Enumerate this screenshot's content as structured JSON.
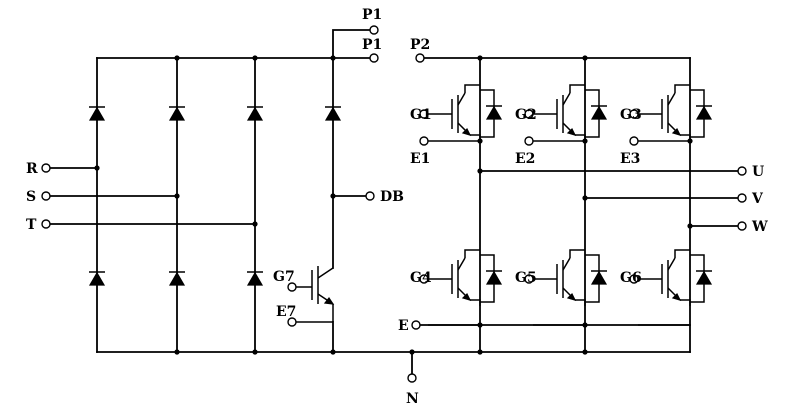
{
  "terminals": {
    "p1_top": "P1",
    "p1": "P1",
    "p2": "P2",
    "r": "R",
    "s": "S",
    "t": "T",
    "db": "DB",
    "g7": "G7",
    "e7": "E7",
    "g1": "G1",
    "e1": "E1",
    "g2": "G2",
    "e2": "E2",
    "g3": "G3",
    "e3": "E3",
    "u": "U",
    "v": "V",
    "w": "W",
    "g4": "G4",
    "g5": "G5",
    "g6": "G6",
    "e": "E",
    "n": "N"
  }
}
